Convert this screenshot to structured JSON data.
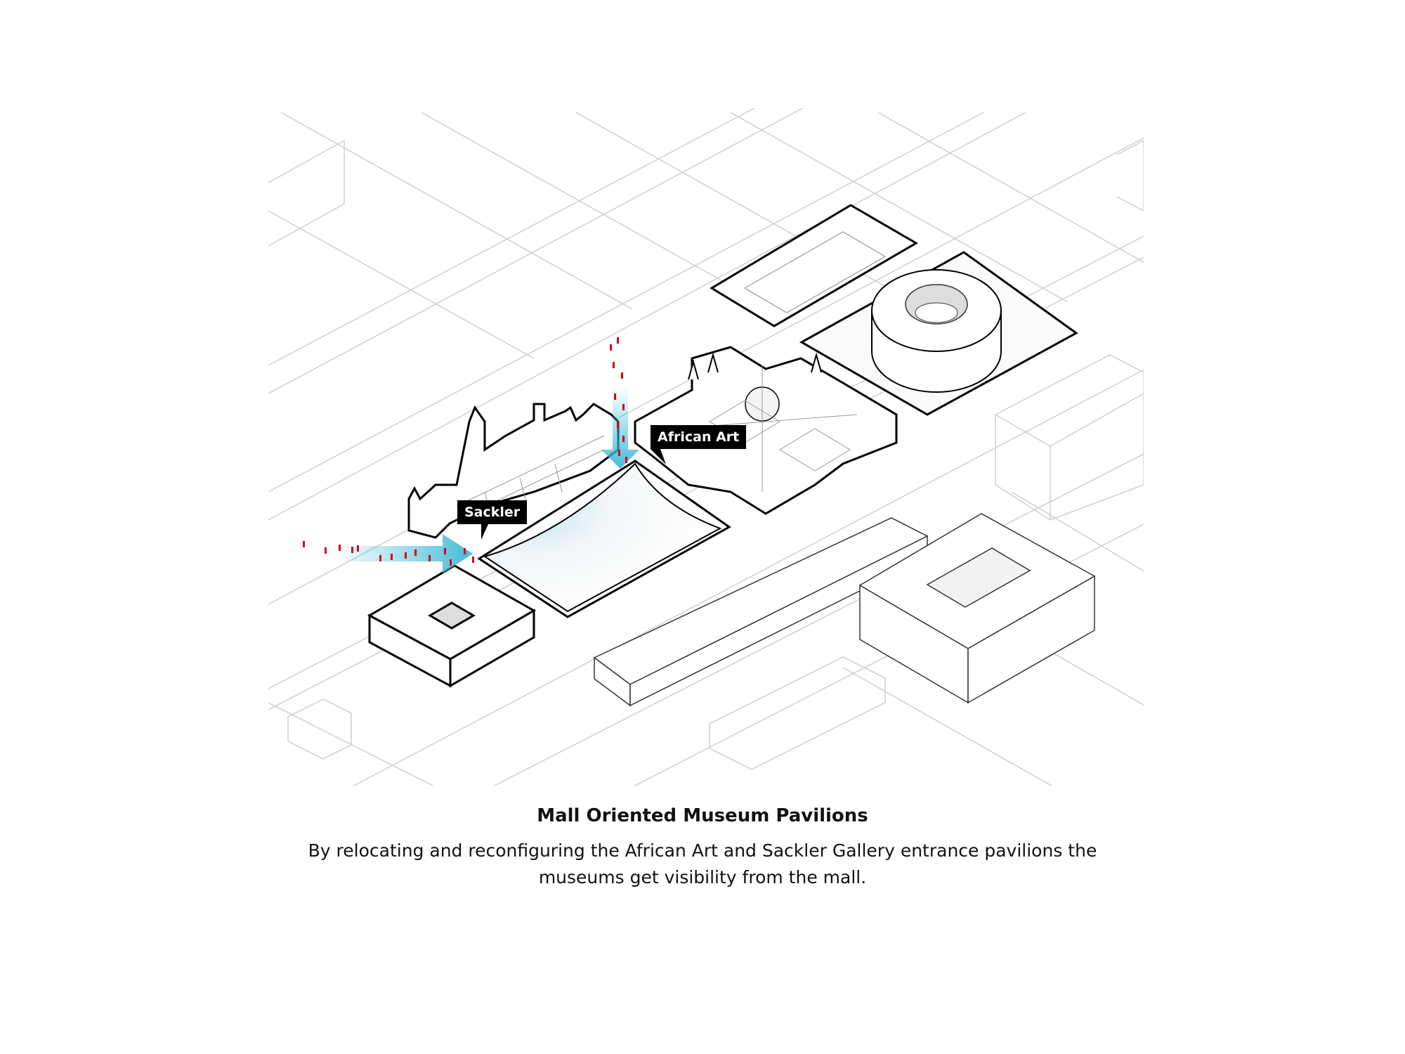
{
  "diagram": {
    "labels": {
      "sackler": "Sackler",
      "african_art": "African Art"
    },
    "colors": {
      "flow_arrow": "#3db8d6",
      "people": "#d0021b",
      "outline": "#000000",
      "context": "#c8c8c8"
    }
  },
  "caption": {
    "title": "Mall Oriented Museum Pavilions",
    "description": "By relocating and reconfiguring the African Art and Sackler Gallery entrance pavilions the museums get visibility from the mall."
  }
}
